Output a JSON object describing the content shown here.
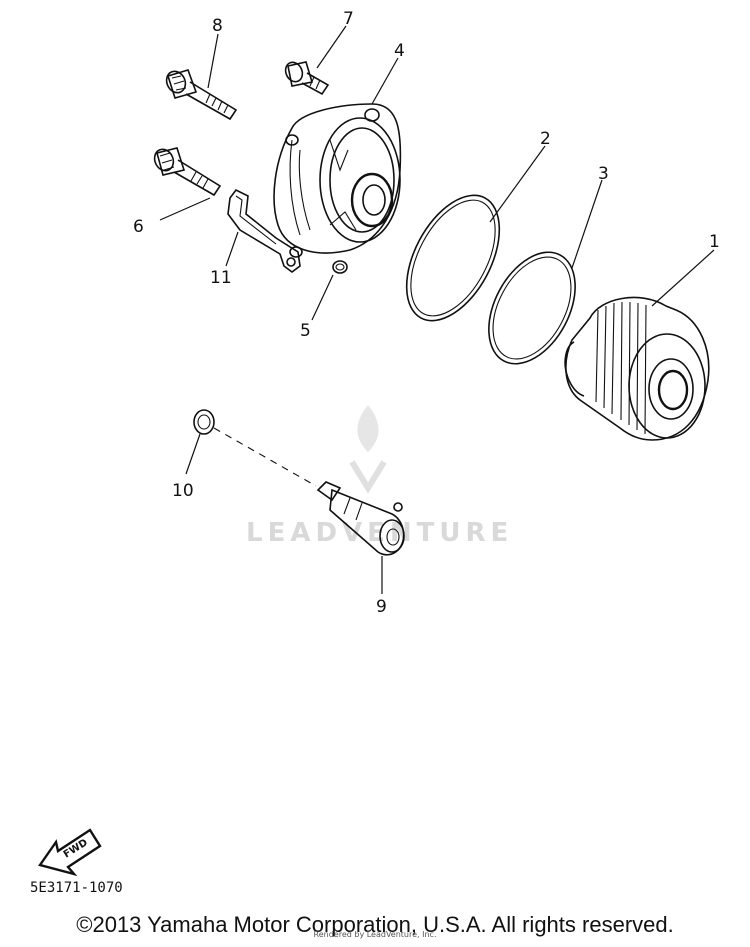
{
  "callouts": {
    "c1": "1",
    "c2": "2",
    "c3": "3",
    "c4": "4",
    "c5": "5",
    "c6": "6",
    "c7": "7",
    "c8": "8",
    "c9": "9",
    "c10": "10",
    "c11": "11"
  },
  "fwd_label": "FWD",
  "watermark": "LEADVENTURE",
  "part_code": "5E3171-1070",
  "copyright": "©2013 Yamaha Motor Corporation, U.S.A. All rights reserved.",
  "rendered_by": "Rendered by LeadVenture, Inc."
}
